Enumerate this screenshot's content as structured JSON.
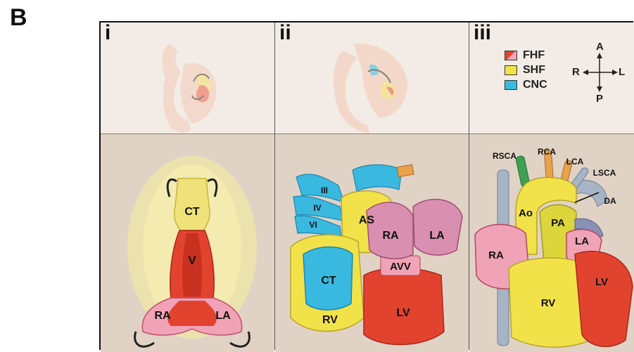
{
  "figure": {
    "panel_letter": "B",
    "columns": [
      {
        "numeral": "i"
      },
      {
        "numeral": "ii"
      },
      {
        "numeral": "iii"
      }
    ]
  },
  "panel_i": {
    "labels": {
      "ct": "CT",
      "v": "V",
      "ra": "RA",
      "la": "LA"
    }
  },
  "panel_ii": {
    "labels": {
      "iii": "III",
      "iv": "IV",
      "vi": "VI",
      "as": "AS",
      "ra": "RA",
      "la": "LA",
      "ct": "CT",
      "avv": "AVV",
      "rv": "RV",
      "lv": "LV"
    }
  },
  "panel_iii": {
    "labels": {
      "rsca": "RSCA",
      "rca": "RCA",
      "lca": "LCA",
      "lsca": "LSCA",
      "da": "DA",
      "ao": "Ao",
      "pa": "PA",
      "ra": "RA",
      "la": "LA",
      "rv": "RV",
      "lv": "LV"
    }
  },
  "legend": {
    "items": [
      {
        "label": "FHF",
        "color": "#e2432f",
        "color2": "#f3a6b8"
      },
      {
        "label": "SHF",
        "color": "#f2e24a"
      },
      {
        "label": "CNC",
        "color": "#39b8e0"
      }
    ]
  },
  "compass": {
    "anterior": "A",
    "posterior": "P",
    "right": "R",
    "left": "L"
  },
  "colors": {
    "fhf_red": "#e2432f",
    "fhf_pink": "#f3a6b8",
    "shf_yellow": "#f2e24a",
    "cnc_blue": "#39b8e0",
    "top_band": "#f3ece6",
    "bottom_band": "#e0d3c5"
  }
}
